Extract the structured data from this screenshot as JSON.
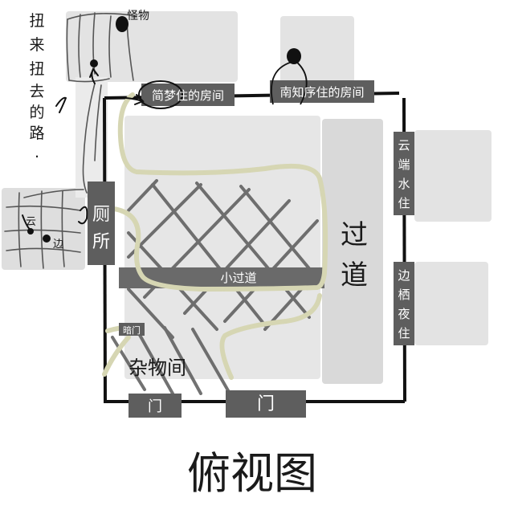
{
  "diagram": {
    "title": "俯视图",
    "side_note_chars": [
      "扭",
      "来",
      "扭",
      "去",
      "的",
      "路",
      "."
    ],
    "rooms": {
      "jianmeng": "简梦住的房间",
      "nanzhiyu": "南知序住的房间",
      "yunduan_chars": [
        "云",
        "端",
        "水",
        "住"
      ],
      "bianqi_chars": [
        "边",
        "栖",
        "夜",
        "住"
      ],
      "toilet_chars": [
        "厕",
        "所"
      ],
      "storage": "杂物间"
    },
    "corridors": {
      "main_chars": [
        "过",
        "道"
      ],
      "small": "小过道"
    },
    "doors": {
      "secret": "暗门",
      "door_left": "门",
      "door_right": "门"
    },
    "handwritten": {
      "guaiwu": "怪物",
      "yun": "云",
      "bian": "边"
    },
    "colors": {
      "panel_light": "#e3e3e3",
      "panel_mid": "#d6d6d6",
      "label_box": "#5e5e5e",
      "wall": "#111111",
      "path_line": "#d8d8b6",
      "hatch": "#5a5a5a",
      "ink": "#1a1a1a"
    }
  }
}
